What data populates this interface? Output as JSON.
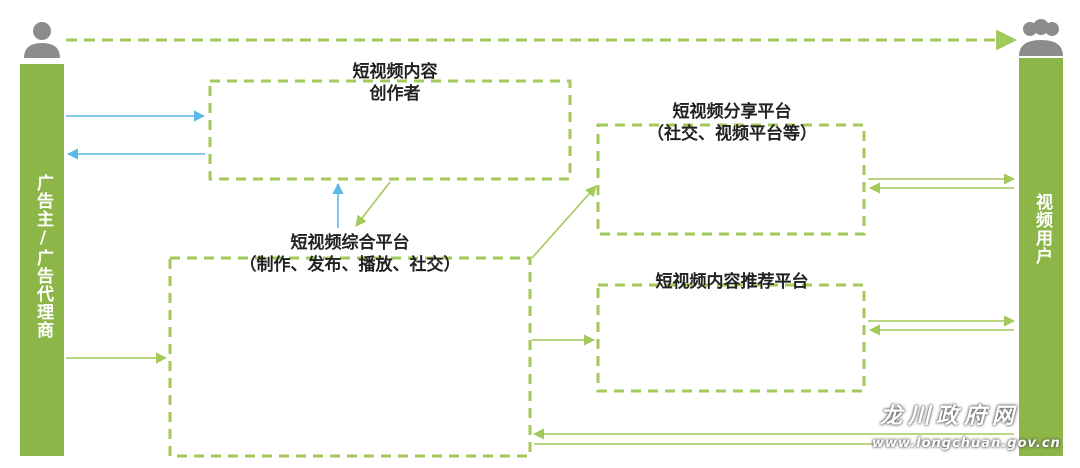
{
  "actors": {
    "left_bar_label": "广告主/广告代理商",
    "right_bar_label": "视频用户"
  },
  "boxes": {
    "creator": {
      "line1": "短视频内容",
      "line2": "创作者"
    },
    "integrated": {
      "line1": "短视频综合平台",
      "line2": "（制作、发布、播放、社交）"
    },
    "sharing": {
      "line1": "短视频分享平台",
      "line2": "（社交、视频平台等）"
    },
    "recommend": {
      "line1": "短视频内容推荐平台"
    }
  },
  "watermark": {
    "cn": "龙川政府网",
    "url": "www.longchuan.gov.cn"
  },
  "colors": {
    "green": "#8cb648",
    "blue_arrow": "#5bb9e6",
    "dash": "#a3c95a",
    "text": "#222222"
  },
  "icons": [
    "person-icon",
    "group-icon"
  ]
}
